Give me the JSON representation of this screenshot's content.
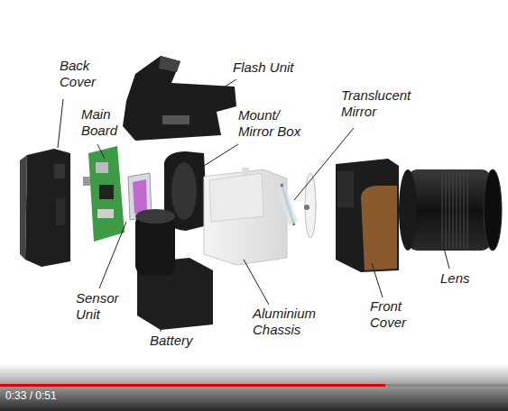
{
  "diagram": {
    "labels": [
      "Back Cover",
      "Flash Unit",
      "Main Board",
      "Mount/ Mirror Box",
      "Translucent Mirror",
      "Sensor Unit",
      "Battery",
      "Aluminium Chassis",
      "Front Cover",
      "Lens",
      "0:33 / 0:51"
    ]
  }
}
